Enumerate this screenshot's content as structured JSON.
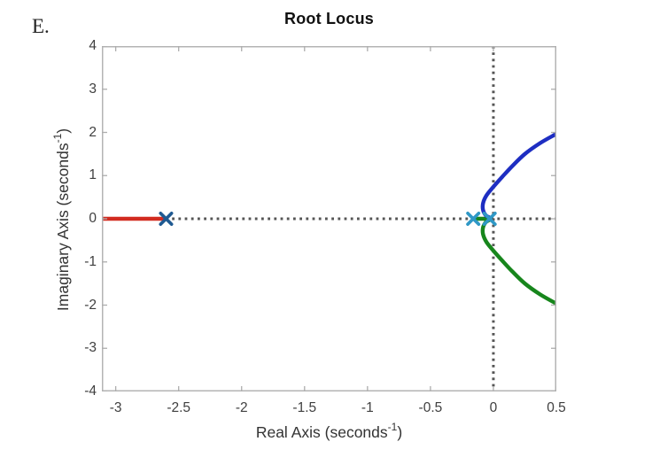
{
  "page_label": "E.",
  "chart_data": {
    "type": "line",
    "title": "Root Locus",
    "xlabel": {
      "pre": "Real Axis (seconds",
      "sup": "-1",
      "post": ")"
    },
    "ylabel": {
      "pre": "Imaginary Axis (seconds",
      "sup": "-1",
      "post": ")"
    },
    "xlim": [
      -3.11,
      0.5
    ],
    "ylim": [
      -4,
      4
    ],
    "x_ticks": [
      -3,
      -2.5,
      -2,
      -1.5,
      -1,
      -0.5,
      0,
      0.5
    ],
    "y_ticks": [
      -4,
      -3,
      -2,
      -1,
      0,
      1,
      2,
      3,
      4
    ],
    "grid": false,
    "legend": null,
    "reference_lines": [
      {
        "orientation": "horizontal",
        "value": 0,
        "style": "dotted",
        "color": "#555555"
      },
      {
        "orientation": "vertical",
        "value": 0,
        "style": "dotted",
        "color": "#555555"
      }
    ],
    "series": [
      {
        "name": "real-axis-branch",
        "color": "#d22b20",
        "smooth": false,
        "points": [
          [
            -3.105,
            0
          ],
          [
            -2.6,
            0
          ]
        ]
      },
      {
        "name": "axis-segment-between-poles",
        "color": "#17861c",
        "smooth": false,
        "points": [
          [
            -0.16,
            0
          ],
          [
            -0.03,
            0
          ]
        ]
      },
      {
        "name": "upper-complex-branch",
        "color": "#1e2ec2",
        "smooth": true,
        "points": [
          [
            -0.025,
            0.02
          ],
          [
            -0.06,
            0.08
          ],
          [
            -0.082,
            0.2
          ],
          [
            -0.082,
            0.36
          ],
          [
            -0.055,
            0.54
          ],
          [
            0,
            0.74
          ],
          [
            0.07,
            0.97
          ],
          [
            0.15,
            1.22
          ],
          [
            0.25,
            1.5
          ],
          [
            0.37,
            1.75
          ],
          [
            0.49,
            1.95
          ]
        ]
      },
      {
        "name": "lower-complex-branch",
        "color": "#17861c",
        "smooth": true,
        "points": [
          [
            -0.025,
            -0.02
          ],
          [
            -0.06,
            -0.08
          ],
          [
            -0.082,
            -0.2
          ],
          [
            -0.082,
            -0.36
          ],
          [
            -0.055,
            -0.54
          ],
          [
            0,
            -0.74
          ],
          [
            0.07,
            -0.97
          ],
          [
            0.15,
            -1.22
          ],
          [
            0.25,
            -1.5
          ],
          [
            0.37,
            -1.75
          ],
          [
            0.49,
            -1.95
          ]
        ]
      }
    ],
    "poles": [
      {
        "x": -2.6,
        "y": 0,
        "marker": "x",
        "color": "#1f5a92"
      },
      {
        "x": -0.16,
        "y": 0,
        "marker": "x",
        "color": "#2f98c6"
      },
      {
        "x": -0.03,
        "y": 0,
        "marker": "x",
        "color": "#2f98c6"
      }
    ],
    "axis_box_color": "#b4b4b4",
    "tick_mark_color": "#adadad",
    "tick_label_color": "#3f3f3f"
  }
}
